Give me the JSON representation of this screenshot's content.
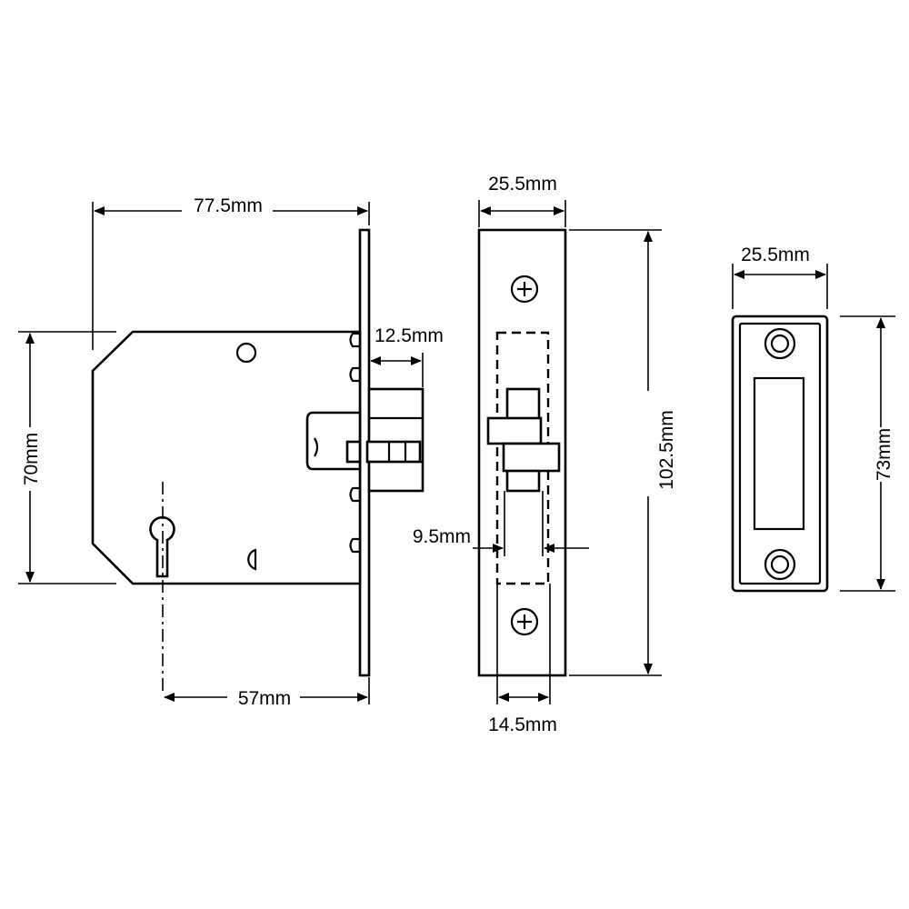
{
  "labels": {
    "case_width": "77.5mm",
    "case_height": "70mm",
    "backset": "57mm",
    "bolt_throw": "12.5mm",
    "forend_width": "25.5mm",
    "forend_length": "102.5mm",
    "bolt_width": "9.5mm",
    "case_depth": "14.5mm",
    "keep_width": "25.5mm",
    "keep_height": "73mm"
  },
  "colors": {
    "line": "#000000",
    "background": "#ffffff"
  }
}
